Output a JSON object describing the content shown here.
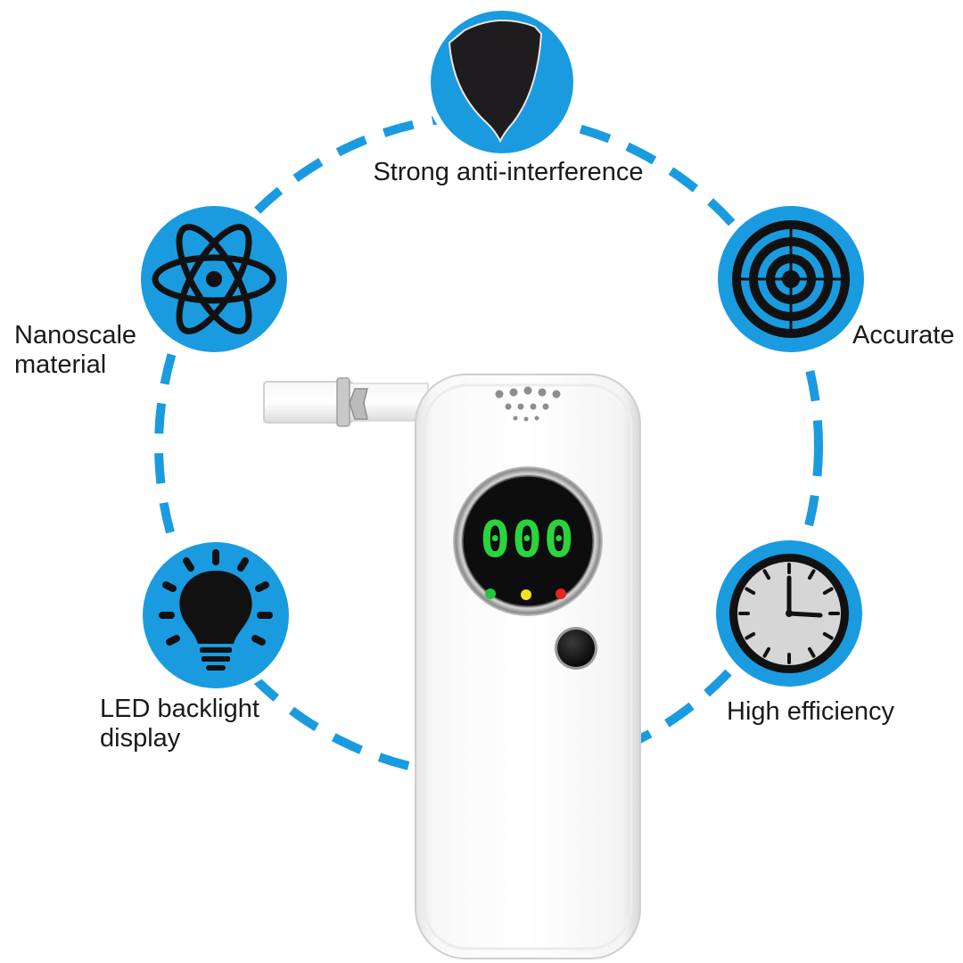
{
  "features": {
    "top": {
      "label": "Strong anti-interference",
      "icon": "shield-icon"
    },
    "left_upper": {
      "line1": "Nanoscale",
      "line2": "material",
      "icon": "atom-icon"
    },
    "right_upper": {
      "label": "Accurate",
      "icon": "target-icon"
    },
    "left_lower": {
      "line1": "LED backlight",
      "line2": "display",
      "icon": "lightbulb-icon"
    },
    "right_lower": {
      "label": "High efficiency",
      "icon": "clock-icon"
    }
  },
  "device": {
    "display_reading": "000",
    "indicator_colors": [
      "#22c83a",
      "#f2e21a",
      "#e0261e"
    ]
  },
  "colors": {
    "accent": "#1a9be0",
    "digit": "#2bd43c",
    "shield_fill": "#1e1c1e",
    "icon_stroke": "#111111"
  }
}
